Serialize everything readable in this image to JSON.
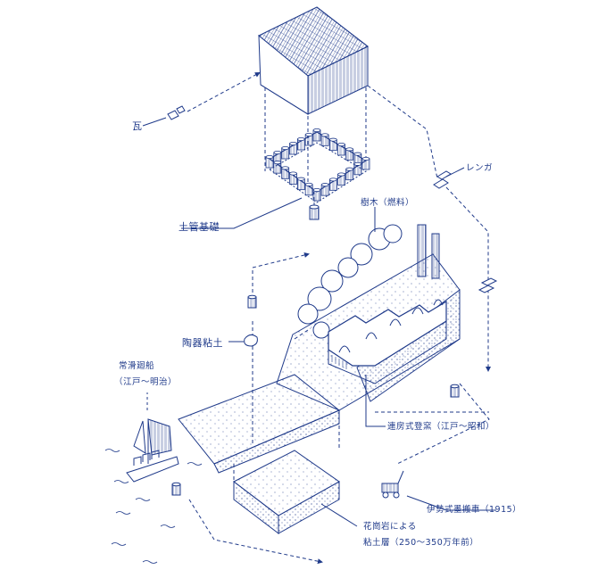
{
  "labels": {
    "kawara": "瓦",
    "renga": "レンガ",
    "dokan_kiso": "土管基礎",
    "jumoku": "樹木（燃料）",
    "toki_nendo": "陶器粘土",
    "tokoname_bune": "常滑廻船",
    "tokoname_bune_period": "（江戸～明治）",
    "noborigama": "連房式登窯（江戸～昭和）",
    "isehiki": "伊勢式墨搬車（1915）",
    "sekkaigan_line1": "花崗岩による",
    "sekkaigan_line2": "粘土層（250～350万年前）"
  },
  "colors": {
    "ink": "#1f3a8a",
    "paper": "#ffffff"
  }
}
